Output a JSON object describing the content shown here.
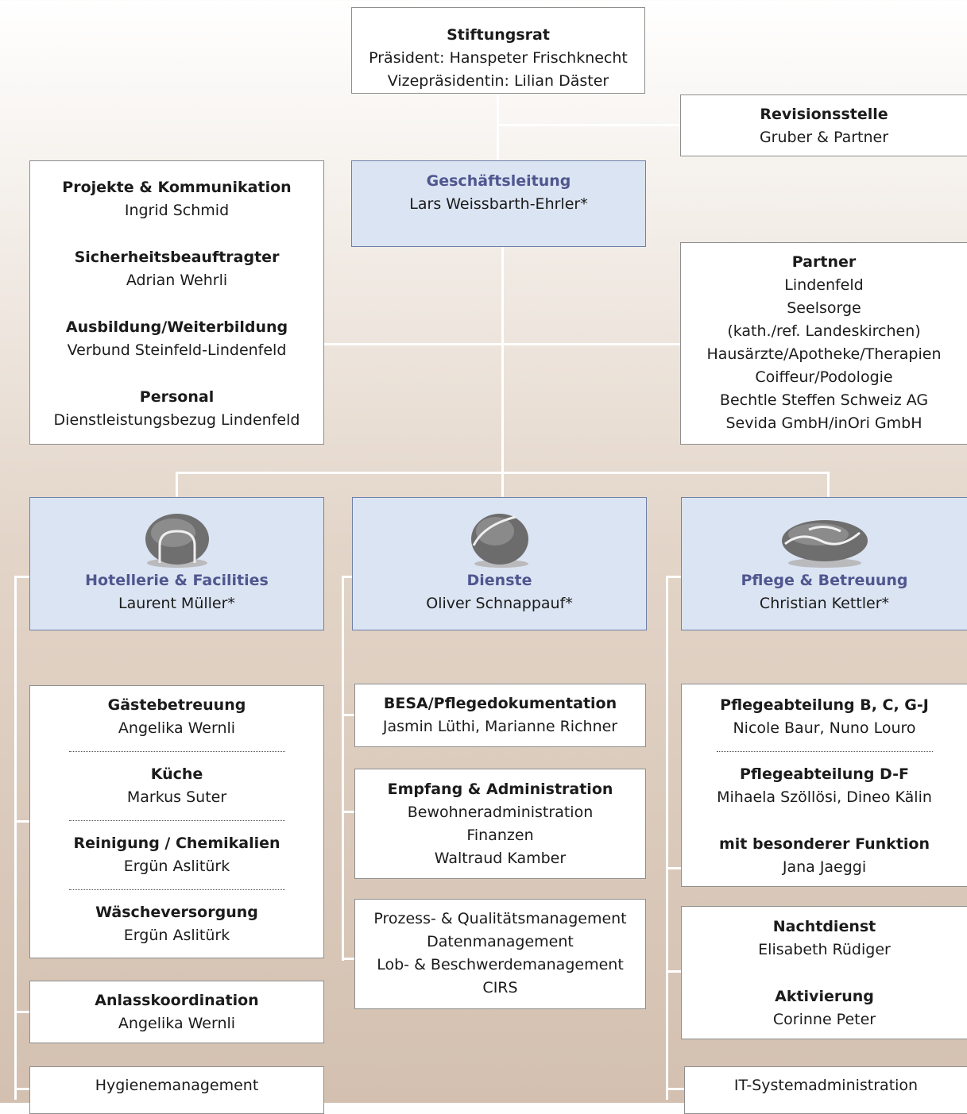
{
  "board": {
    "title": "Stiftungsrat",
    "president": "Präsident: Hanspeter Frischknecht",
    "vice": "Vizepräsidentin: Lilian Däster"
  },
  "audit": {
    "title": "Revisionsstelle",
    "name": "Gruber & Partner"
  },
  "management": {
    "title": "Geschäftsleitung",
    "name": "Lars Weissbarth-Ehrler*"
  },
  "staff": [
    {
      "title": "Projekte & Kommunikation",
      "name": "Ingrid Schmid"
    },
    {
      "title": "Sicherheitsbeauftragter",
      "name": "Adrian Wehrli"
    },
    {
      "title": "Ausbildung/Weiterbildung",
      "name": "Verbund Steinfeld-Lindenfeld"
    },
    {
      "title": "Personal",
      "name": "Dienstleistungsbezug Lindenfeld"
    }
  ],
  "partner": {
    "title": "Partner",
    "lines": [
      "Lindenfeld",
      "Seelsorge",
      "(kath./ref. Landeskirchen)",
      "Hausärzte/Apotheke/Therapien",
      "Coiffeur/Podologie",
      "Bechtle Steffen Schweiz AG",
      "Sevida GmbH/inOri GmbH"
    ]
  },
  "departments": [
    {
      "title": "Hotellerie & Facilities",
      "name": "Laurent Müller*",
      "stone": "stone-arch-icon"
    },
    {
      "title": "Dienste",
      "name": "Oliver Schnappauf*",
      "stone": "stone-curve-icon"
    },
    {
      "title": "Pflege & Betreuung",
      "name": "Christian Kettler*",
      "stone": "stone-swirl-icon"
    }
  ],
  "hotel": {
    "group": [
      {
        "title": "Gästebetreuung",
        "name": "Angelika Wernli"
      },
      {
        "title": "Küche",
        "name": "Markus Suter"
      },
      {
        "title": "Reinigung / Chemikalien",
        "name": "Ergün Aslitürk"
      },
      {
        "title": "Wäscheversorgung",
        "name": "Ergün Aslitürk"
      }
    ],
    "event": {
      "title": "Anlasskoordination",
      "name": "Angelika Wernli"
    },
    "hygiene": "Hygienemanagement"
  },
  "services": {
    "besa": {
      "title": "BESA/Pflegedokumentation",
      "name": "Jasmin Lüthi, Marianne Richner"
    },
    "reception": {
      "title": "Empfang & Administration",
      "lines": [
        "Bewohneradministration",
        "Finanzen",
        "Waltraud Kamber"
      ]
    },
    "quality": [
      "Prozess- & Qualitätsmanagement",
      "Datenmanagement",
      "Lob- & Beschwerdemanagement",
      "CIRS"
    ]
  },
  "care": {
    "wards": [
      {
        "title": "Pflegeabteilung B, C, G-J",
        "name": "Nicole Baur, Nuno Louro"
      },
      {
        "title": "Pflegeabteilung D-F",
        "name": "Mihaela Szöllösi, Dineo Kälin"
      },
      {
        "title": "mit besonderer Funktion",
        "name": "Jana Jaeggi"
      }
    ],
    "night": {
      "title": "Nachtdienst",
      "name": "Elisabeth Rüdiger"
    },
    "activation": {
      "title": "Aktivierung",
      "name": "Corinne Peter"
    },
    "it": "IT-Systemadministration"
  }
}
